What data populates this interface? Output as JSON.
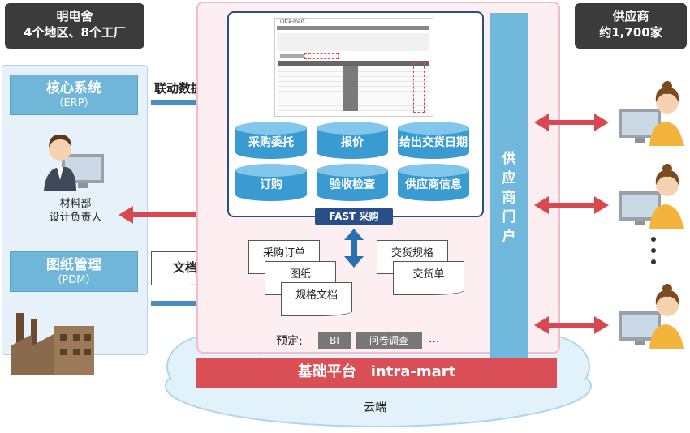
{
  "left_header": {
    "line1": "明电舍",
    "line2": "4个地区、8个工厂"
  },
  "right_header": {
    "line1": "供应商",
    "line2": "约1,700家"
  },
  "core_system": {
    "title": "核心系统",
    "subtitle": "（ERP）"
  },
  "link_data_label": "联动数据",
  "material_dept": {
    "line1": "材料部",
    "line2": "设计负责人"
  },
  "drawing_mgmt": {
    "title": "图纸管理",
    "subtitle": "（PDM）"
  },
  "document_label": "文档",
  "screenshot_title": "intra-mart",
  "databases": [
    "采购委托",
    "报价",
    "给出交货日期",
    "订购",
    "验收检查",
    "供应商信息"
  ],
  "fast_label": "FAST 采购",
  "supplier_portal": "供应商门户",
  "docs_left": [
    "采购订单",
    "图纸",
    "规格文档"
  ],
  "docs_right": [
    "交货规格",
    "交货单"
  ],
  "planned": {
    "label": "预定:",
    "tags": [
      "BI",
      "问卷调查"
    ],
    "more": "..."
  },
  "platform": "基础平台　intra-mart",
  "cloud": "云端",
  "colors": {
    "arrow_blue": "#4a8cc4",
    "arrow_red": "#d9474f",
    "fast_blue": "#2a4f88",
    "platform_red": "#d94f55"
  }
}
